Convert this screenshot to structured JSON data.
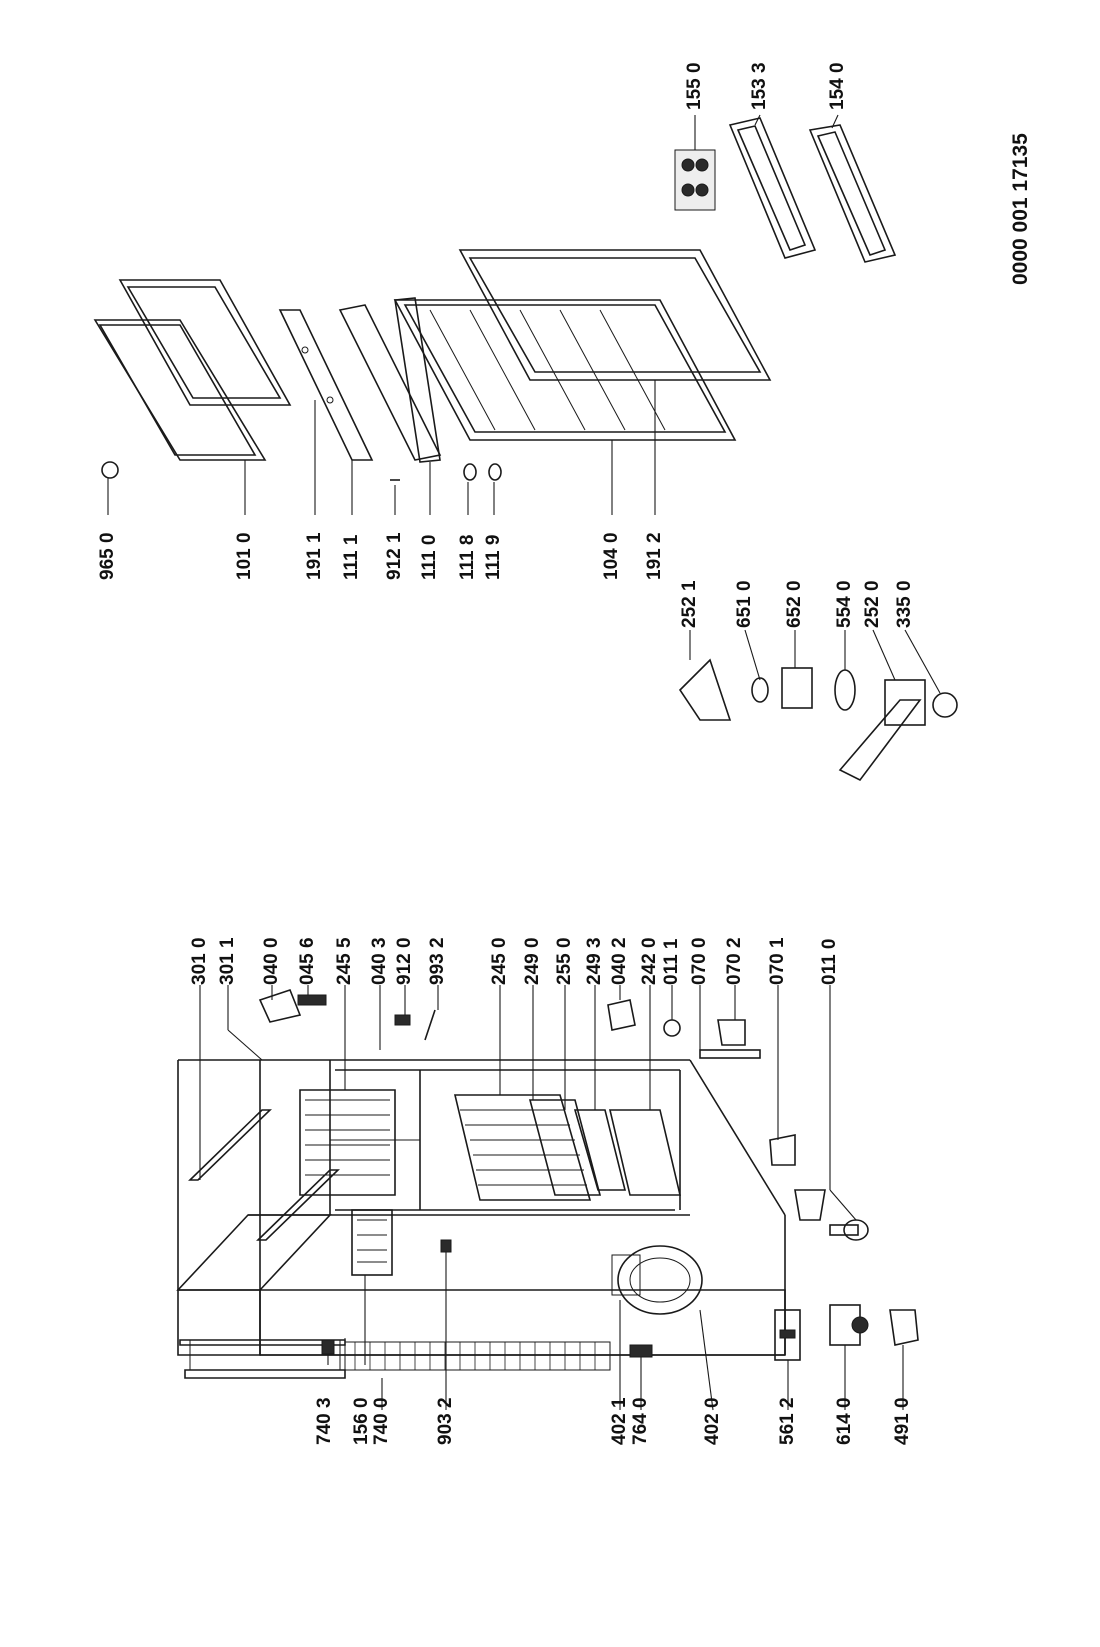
{
  "document_number": "0000 001 17135",
  "parts_left": [
    "301 0",
    "301 1",
    "040 0",
    "045 6",
    "245 5",
    "040 3",
    "912 0",
    "993 2",
    "245 0",
    "249 0",
    "255 0",
    "249 3",
    "040 2",
    "242 0",
    "011 1",
    "070 0",
    "070 2",
    "070 1",
    "011 0"
  ],
  "parts_bottom": [
    "740 3",
    "156 0",
    "740 0",
    "903 2",
    "402 1",
    "764 0",
    "402 0",
    "561 2",
    "614 0",
    "491 0"
  ],
  "parts_right": [
    "965 0",
    "101 0",
    "191 1",
    "111 1",
    "912 1",
    "111 0",
    "111 8",
    "111 9",
    "104 0",
    "191 2",
    "252 1",
    "651 0",
    "652 0",
    "554 0",
    "252 0",
    "335 0"
  ],
  "parts_top_right": [
    "155 0",
    "153 3",
    "154 0"
  ]
}
